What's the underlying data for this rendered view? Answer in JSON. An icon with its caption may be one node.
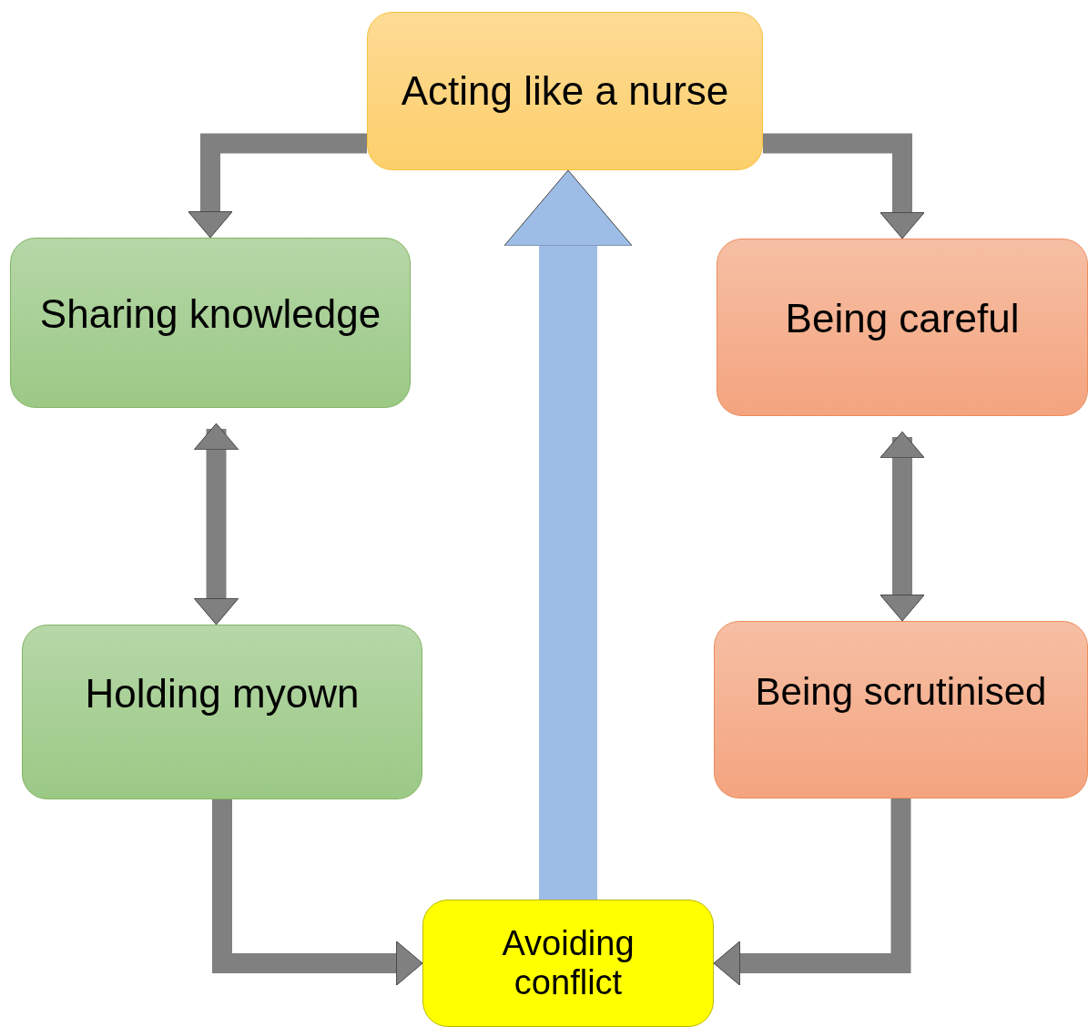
{
  "diagram": {
    "nodes": [
      {
        "text": [
          "Acting like a nurse"
        ]
      },
      {
        "text": [
          "Sharing knowledge"
        ]
      },
      {
        "text": [
          "Being careful"
        ]
      },
      {
        "text": [
          "Holding myown"
        ]
      },
      {
        "text": [
          "Being scrutinised"
        ]
      },
      {
        "text": [
          "Avoiding conflict"
        ]
      }
    ],
    "edges": [
      {
        "from": 0,
        "to": 1,
        "arrow": "to"
      },
      {
        "from": 0,
        "to": 2,
        "arrow": "to"
      },
      {
        "from": 1,
        "to": 3,
        "arrow": "both"
      },
      {
        "from": 2,
        "to": 4,
        "arrow": "both"
      },
      {
        "from": 3,
        "to": 5,
        "arrow": "to"
      },
      {
        "from": 4,
        "to": 5,
        "arrow": "to"
      },
      {
        "from": 5,
        "to": 0,
        "arrow": "to",
        "style": "thick",
        "color": "#9dbde6"
      }
    ]
  }
}
